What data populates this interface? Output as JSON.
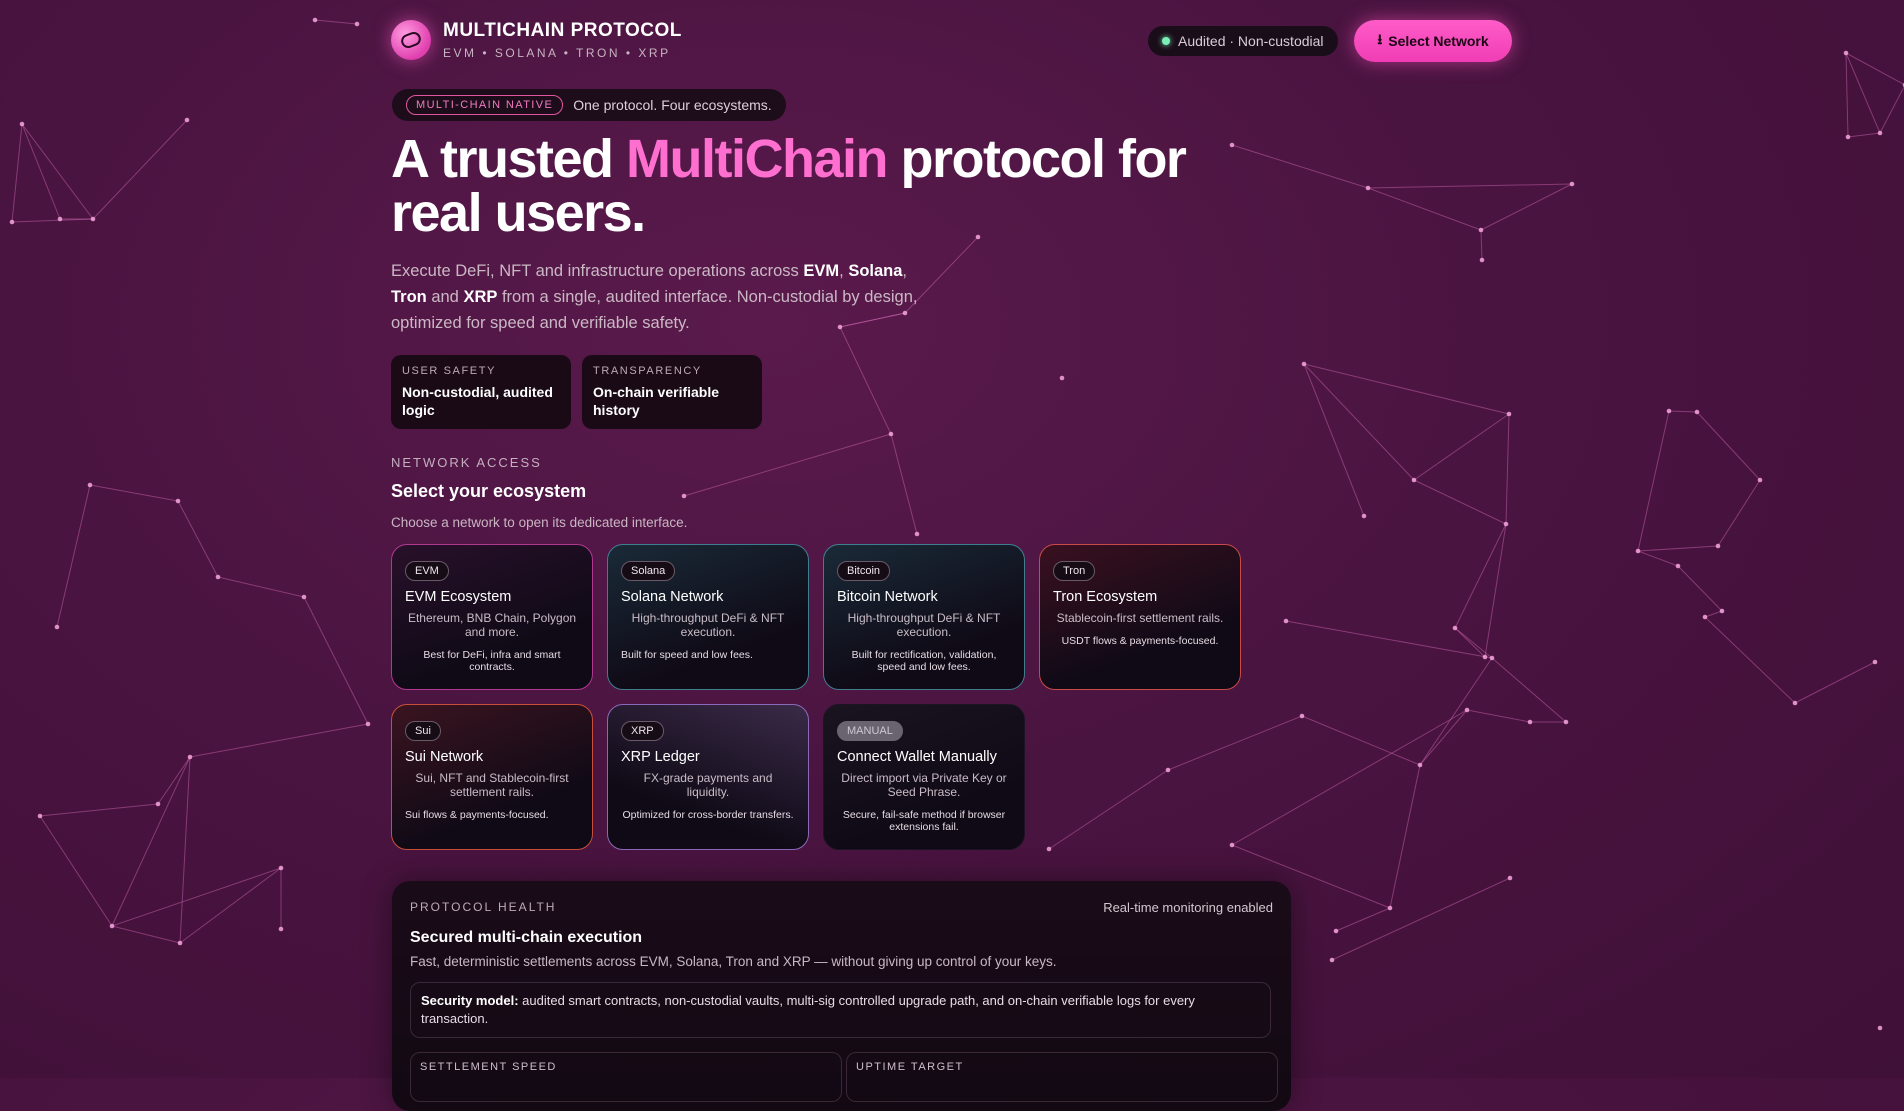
{
  "header": {
    "brand_title": "MULTICHAIN PROTOCOL",
    "brand_sub": "EVM • SOLANA • TRON • XRP",
    "audit_label": "Audited · Non-custodial",
    "select_network_label": "Select Network"
  },
  "hero": {
    "pill_tag": "MULTI-CHAIN NATIVE",
    "pill_text": "One protocol. Four ecosystems.",
    "title_pre": "A trusted ",
    "title_accent": "MultiChain",
    "title_post": " protocol for real users.",
    "desc": {
      "p1": "Execute DeFi, NFT and infrastructure operations across ",
      "b1": "EVM",
      "p2": ", ",
      "b2": "Solana",
      "p3": ", ",
      "b3": "Tron",
      "p4": " and ",
      "b4": "XRP",
      "p5": " from a single, audited interface. Non-custodial by design, optimized for speed and verifiable safety."
    }
  },
  "info_cards": [
    {
      "key": "USER SAFETY",
      "value": "Non-custodial, audited logic"
    },
    {
      "key": "TRANSPARENCY",
      "value": "On-chain verifiable history"
    }
  ],
  "network_section": {
    "kicker": "NETWORK ACCESS",
    "title": "Select your ecosystem",
    "desc": "Choose a network to open its dedicated interface."
  },
  "networks": [
    {
      "badge": "EVM",
      "name": "EVM Ecosystem",
      "desc": "Ethereum, BNB Chain, Polygon and more.",
      "note": "Best for DeFi, infra and smart contracts."
    },
    {
      "badge": "Solana",
      "name": "Solana Network",
      "desc": "High-throughput DeFi & NFT execution.",
      "note": "Built for speed and low fees."
    },
    {
      "badge": "Bitcoin",
      "name": "Bitcoin Network",
      "desc": "High-throughput DeFi & NFT execution.",
      "note": "Built for rectification, validation, speed and low fees."
    },
    {
      "badge": "Tron",
      "name": "Tron Ecosystem",
      "desc": "Stablecoin-first settlement rails.",
      "note": "USDT flows & payments-focused."
    },
    {
      "badge": "Sui",
      "name": "Sui Network",
      "desc": "Sui, NFT and Stablecoin-first settlement rails.",
      "note": "Sui flows & payments-focused."
    },
    {
      "badge": "XRP",
      "name": "XRP Ledger",
      "desc": "FX-grade payments and liquidity.",
      "note": "Optimized for cross-border transfers."
    },
    {
      "badge": "MANUAL",
      "name": "Connect Wallet Manually",
      "desc": "Direct import via Private Key or Seed Phrase.",
      "note": "Secure, fail-safe method if browser extensions fail."
    }
  ],
  "health": {
    "kicker": "PROTOCOL HEALTH",
    "realtime": "Real-time monitoring enabled",
    "title": "Secured multi-chain execution",
    "desc": "Fast, deterministic settlements across EVM, Solana, Tron and XRP — without giving up control of your keys.",
    "security_bold": "Security model:",
    "security_text": " audited smart contracts, non-custodial vaults, multi-sig controlled upgrade path, and on-chain verifiable logs for every transaction.",
    "metric1": "SETTLEMENT SPEED",
    "metric2": "UPTIME TARGET"
  },
  "colors": {
    "accent": "#ff5cc8",
    "background": "#4a1440",
    "card_dark": "#1a0a16"
  }
}
